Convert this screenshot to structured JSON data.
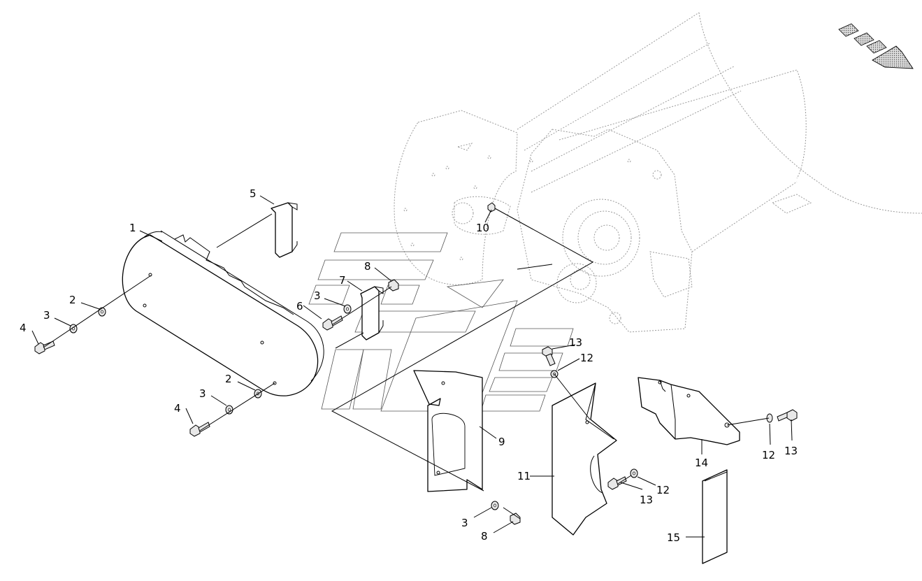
{
  "callouts": [
    {
      "label": "1"
    },
    {
      "label": "2"
    },
    {
      "label": "2"
    },
    {
      "label": "3"
    },
    {
      "label": "3"
    },
    {
      "label": "3"
    },
    {
      "label": "3"
    },
    {
      "label": "4"
    },
    {
      "label": "4"
    },
    {
      "label": "5"
    },
    {
      "label": "6"
    },
    {
      "label": "7"
    },
    {
      "label": "8"
    },
    {
      "label": "8"
    },
    {
      "label": "9"
    },
    {
      "label": "10"
    },
    {
      "label": "11"
    },
    {
      "label": "12"
    },
    {
      "label": "12"
    },
    {
      "label": "12"
    },
    {
      "label": "13"
    },
    {
      "label": "13"
    },
    {
      "label": "13"
    },
    {
      "label": "14"
    },
    {
      "label": "15"
    }
  ],
  "icons": {
    "direction": "direction-arrow-icon",
    "watermark": "watermark-logo"
  },
  "colors": {
    "line": "#000000",
    "ghost": "#9a9a9a",
    "watermark": "#555555",
    "arrow_fill": "#bfbfbf"
  }
}
